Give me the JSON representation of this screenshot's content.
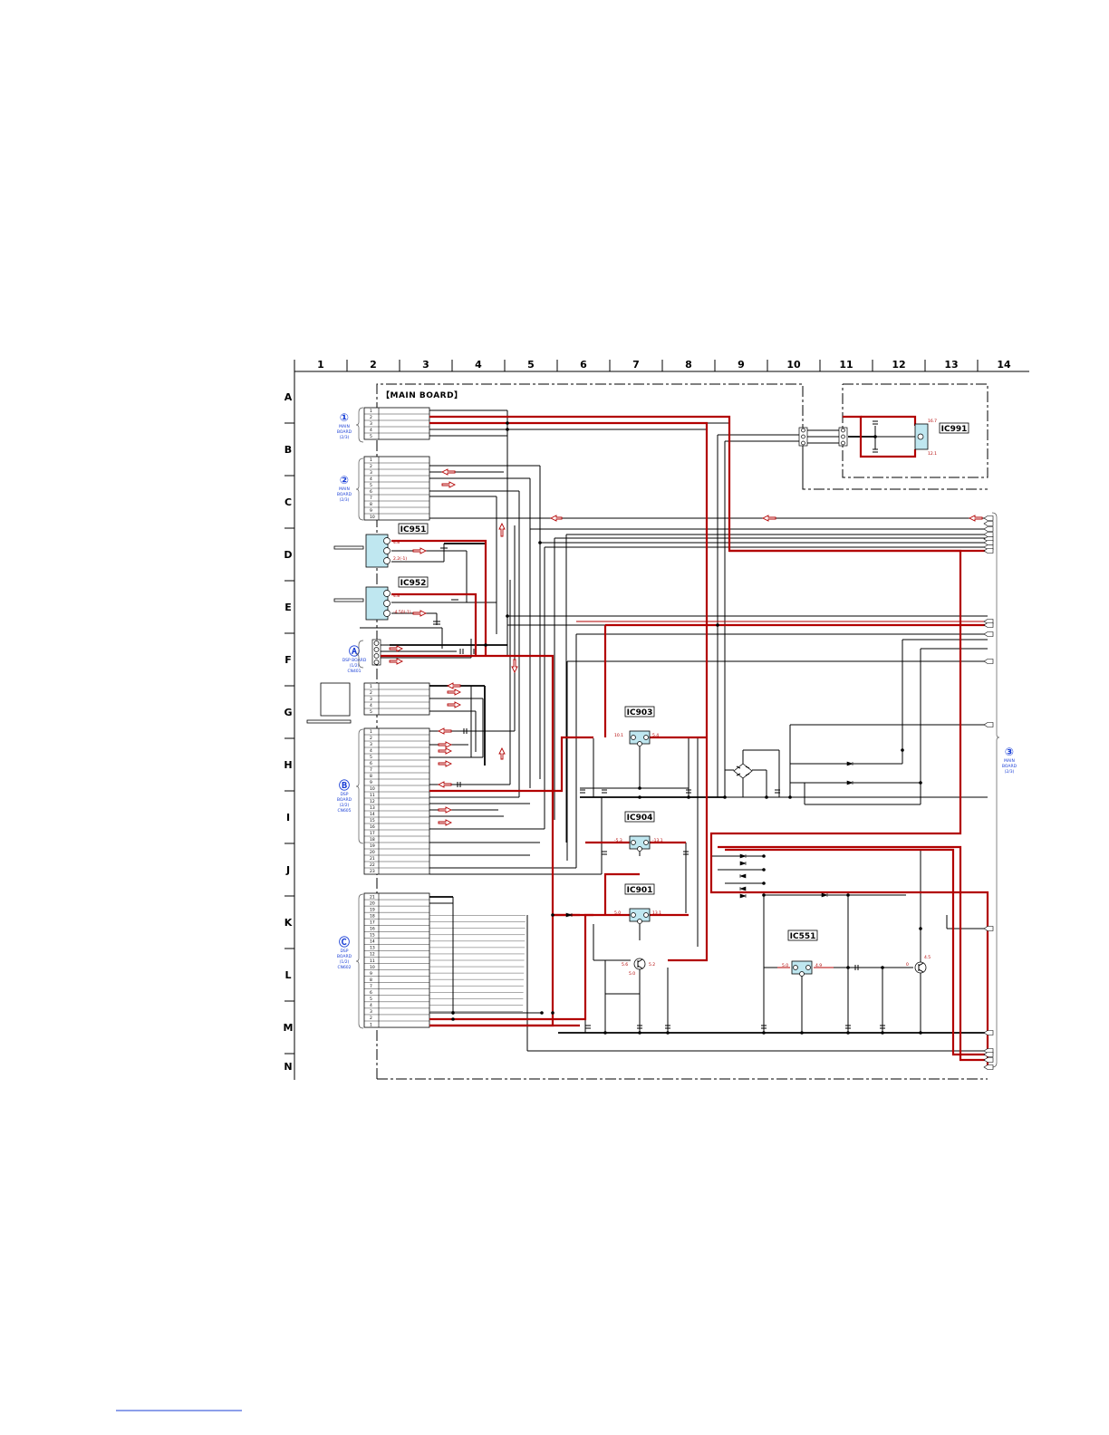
{
  "board": {
    "title": "【MAIN BOARD】"
  },
  "grid": {
    "columns": [
      "1",
      "2",
      "3",
      "4",
      "5",
      "6",
      "7",
      "8",
      "9",
      "10",
      "11",
      "12",
      "13",
      "14"
    ],
    "rows": [
      "A",
      "B",
      "C",
      "D",
      "E",
      "F",
      "G",
      "H",
      "I",
      "J",
      "K",
      "L",
      "M",
      "N"
    ]
  },
  "connectors": [
    {
      "id": "1",
      "symbol": "①",
      "lines": [
        "MAIN",
        "BOARD",
        "(2/3)"
      ],
      "pins": [
        "1",
        "2",
        "3",
        "4",
        "5"
      ]
    },
    {
      "id": "2",
      "symbol": "②",
      "lines": [
        "MAIN",
        "BOARD",
        "(2/3)"
      ],
      "pins": [
        "1",
        "2",
        "3",
        "4",
        "5",
        "6",
        "7",
        "8",
        "9",
        "10"
      ]
    },
    {
      "id": "A",
      "symbol": "Ⓐ",
      "lines": [
        "DSP BOARD",
        "(1/2)",
        "CN401"
      ],
      "pins": [
        "1",
        "2",
        "3",
        "4"
      ]
    },
    {
      "id": "B",
      "symbol": "Ⓑ",
      "lines": [
        "DSP",
        "BOARD",
        "(2/2)",
        "CN605"
      ],
      "pins": [
        "1",
        "2",
        "3",
        "4",
        "5",
        "6",
        "7",
        "8",
        "9",
        "10",
        "11",
        "12",
        "13",
        "14",
        "15",
        "16",
        "17",
        "18",
        "19",
        "20",
        "21",
        "22",
        "23"
      ]
    },
    {
      "id": "C",
      "symbol": "Ⓒ",
      "lines": [
        "DSP",
        "BOARD",
        "(1/2)",
        "CN602"
      ],
      "pins": [
        "21",
        "20",
        "19",
        "18",
        "17",
        "16",
        "15",
        "14",
        "13",
        "12",
        "11",
        "10",
        "9",
        "8",
        "7",
        "6",
        "5",
        "4",
        "3",
        "2",
        "1"
      ]
    },
    {
      "id": "3",
      "symbol": "③",
      "lines": [
        "MAIN",
        "BOARD",
        "(2/3)"
      ],
      "pins": []
    }
  ],
  "g_connector_pins": [
    "1",
    "2",
    "3",
    "4",
    "5"
  ],
  "ics": [
    {
      "name": "IC951",
      "volts": [
        "4.8",
        "2.2(-1)"
      ]
    },
    {
      "name": "IC952",
      "volts": [
        "4.8",
        "-4.50(-1)"
      ]
    },
    {
      "name": "IC991",
      "volts": [
        "16.7",
        "12.1"
      ]
    },
    {
      "name": "IC903",
      "volts": [
        "10.1",
        "5.4"
      ]
    },
    {
      "name": "IC904",
      "volts": [
        "-5.3",
        "-13.1"
      ]
    },
    {
      "name": "IC901",
      "volts": [
        "5.0",
        "13.1"
      ]
    },
    {
      "name": "IC551",
      "volts": [
        "5.0",
        "4.9"
      ]
    }
  ],
  "transistor_volts": [
    "5.6",
    "5.2",
    "5.0"
  ],
  "q_volts": [
    "0",
    "4.5"
  ],
  "colors": {
    "power_trace": "#b20000",
    "ic_fill": "#bfe7f0",
    "board_label": "#1a3fd6"
  }
}
